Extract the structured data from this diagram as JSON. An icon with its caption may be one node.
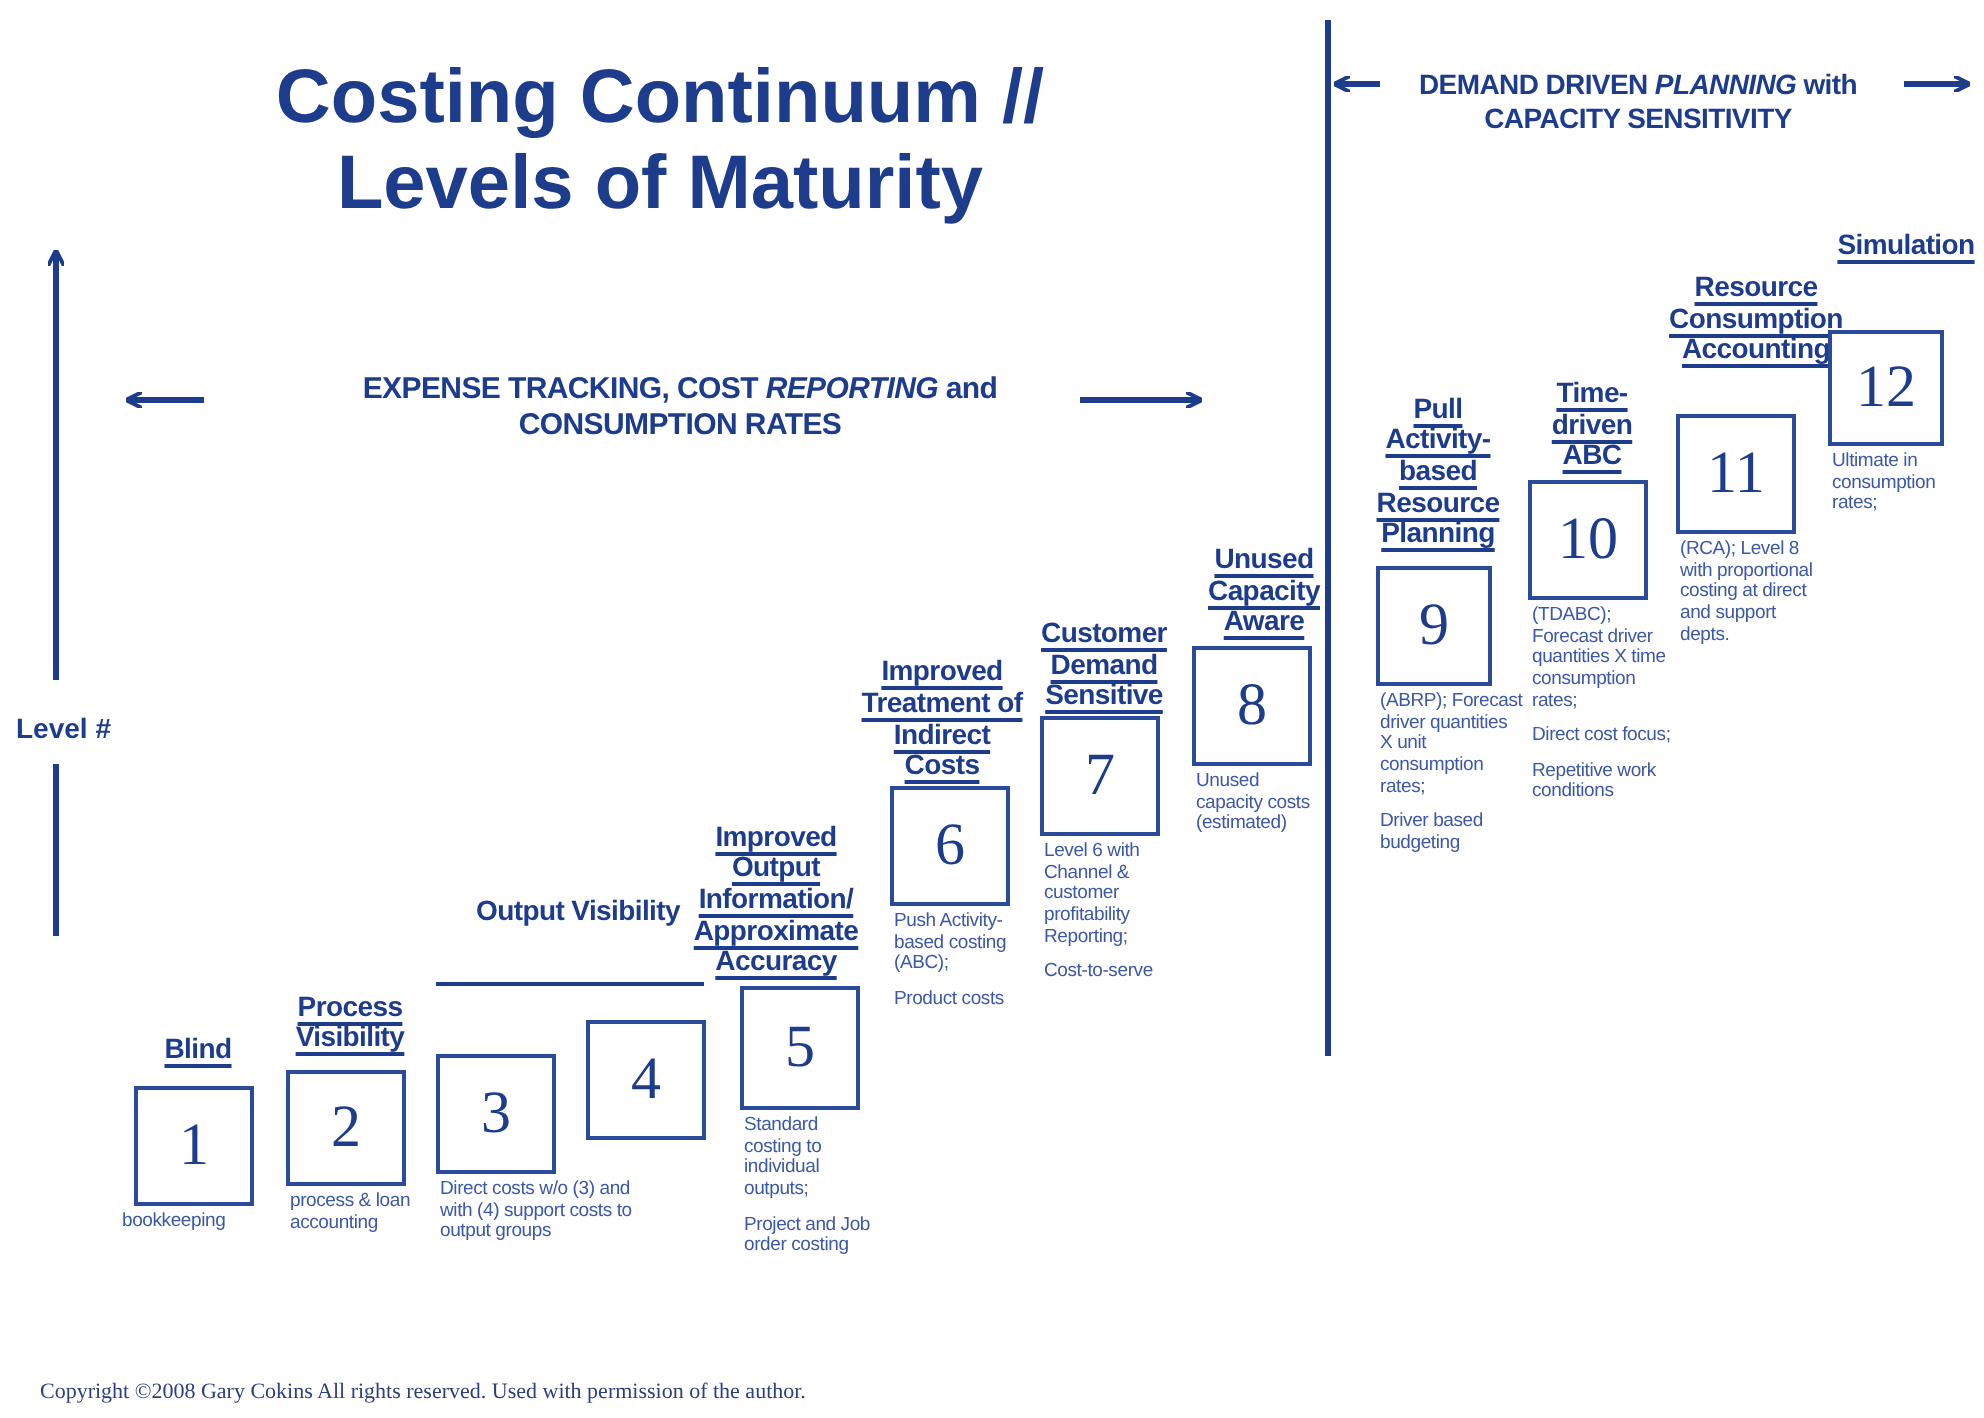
{
  "diagram": {
    "title": "Costing Continuum // Levels of Maturity",
    "nodes": [
      {
        "text": [
          "Blind",
          "1"
        ],
        "beside": [
          "bookkeeping"
        ]
      },
      {
        "text": [
          "Process Visibility",
          "2"
        ],
        "beside": [
          "process & loan accounting"
        ]
      },
      {
        "text": [
          "3"
        ],
        "beside": [
          "Direct costs w/o (3) and with (4) support costs to output groups"
        ]
      },
      {
        "text": [
          "4"
        ]
      },
      {
        "text": [
          "Improved Output Information/ Approximate Accuracy",
          "5"
        ],
        "beside": [
          "Standard costing to individual outputs;",
          "Project and Job order costing"
        ]
      },
      {
        "text": [
          "Improved Treatment of Indirect Costs",
          "6"
        ],
        "beside": [
          "Push Activity-based costing (ABC);",
          "Product costs"
        ]
      },
      {
        "text": [
          "Customer Demand Sensitive",
          "7"
        ],
        "beside": [
          "Level 6 with Channel & customer profitability Reporting;",
          "Cost-to-serve"
        ]
      },
      {
        "text": [
          "Unused Capacity Aware",
          "8"
        ],
        "beside": [
          "Unused capacity costs (estimated)"
        ]
      },
      {
        "text": [
          "Pull Activity-based Resource Planning",
          "9"
        ],
        "beside": [
          "(ABRP); Forecast driver quantities X unit consumption rates;",
          "Driver based budgeting"
        ]
      },
      {
        "text": [
          "Time-driven ABC",
          "10"
        ],
        "beside": [
          "(TDABC); Forecast driver quantities X time consumption rates;",
          "Direct cost focus;",
          "Repetitive work conditions"
        ]
      },
      {
        "text": [
          "Resource Consumption Accounting",
          "11"
        ],
        "beside": [
          "(RCA); Level 8 with proportional costing at direct and support depts."
        ]
      },
      {
        "text": [
          "Simulation",
          "12"
        ],
        "beside": [
          "Ultimate in consumption rates;"
        ]
      }
    ],
    "labels": [
      "DEMAND DRIVEN *PLANNING* with CAPACITY SENSITIVITY",
      "EXPENSE TRACKING, COST *REPORTING* and CONSUMPTION RATES",
      "Level #",
      "Output Visibility",
      "Copyright ©2008 Gary Cokins All rights reserved. Used with permission of the author."
    ]
  }
}
